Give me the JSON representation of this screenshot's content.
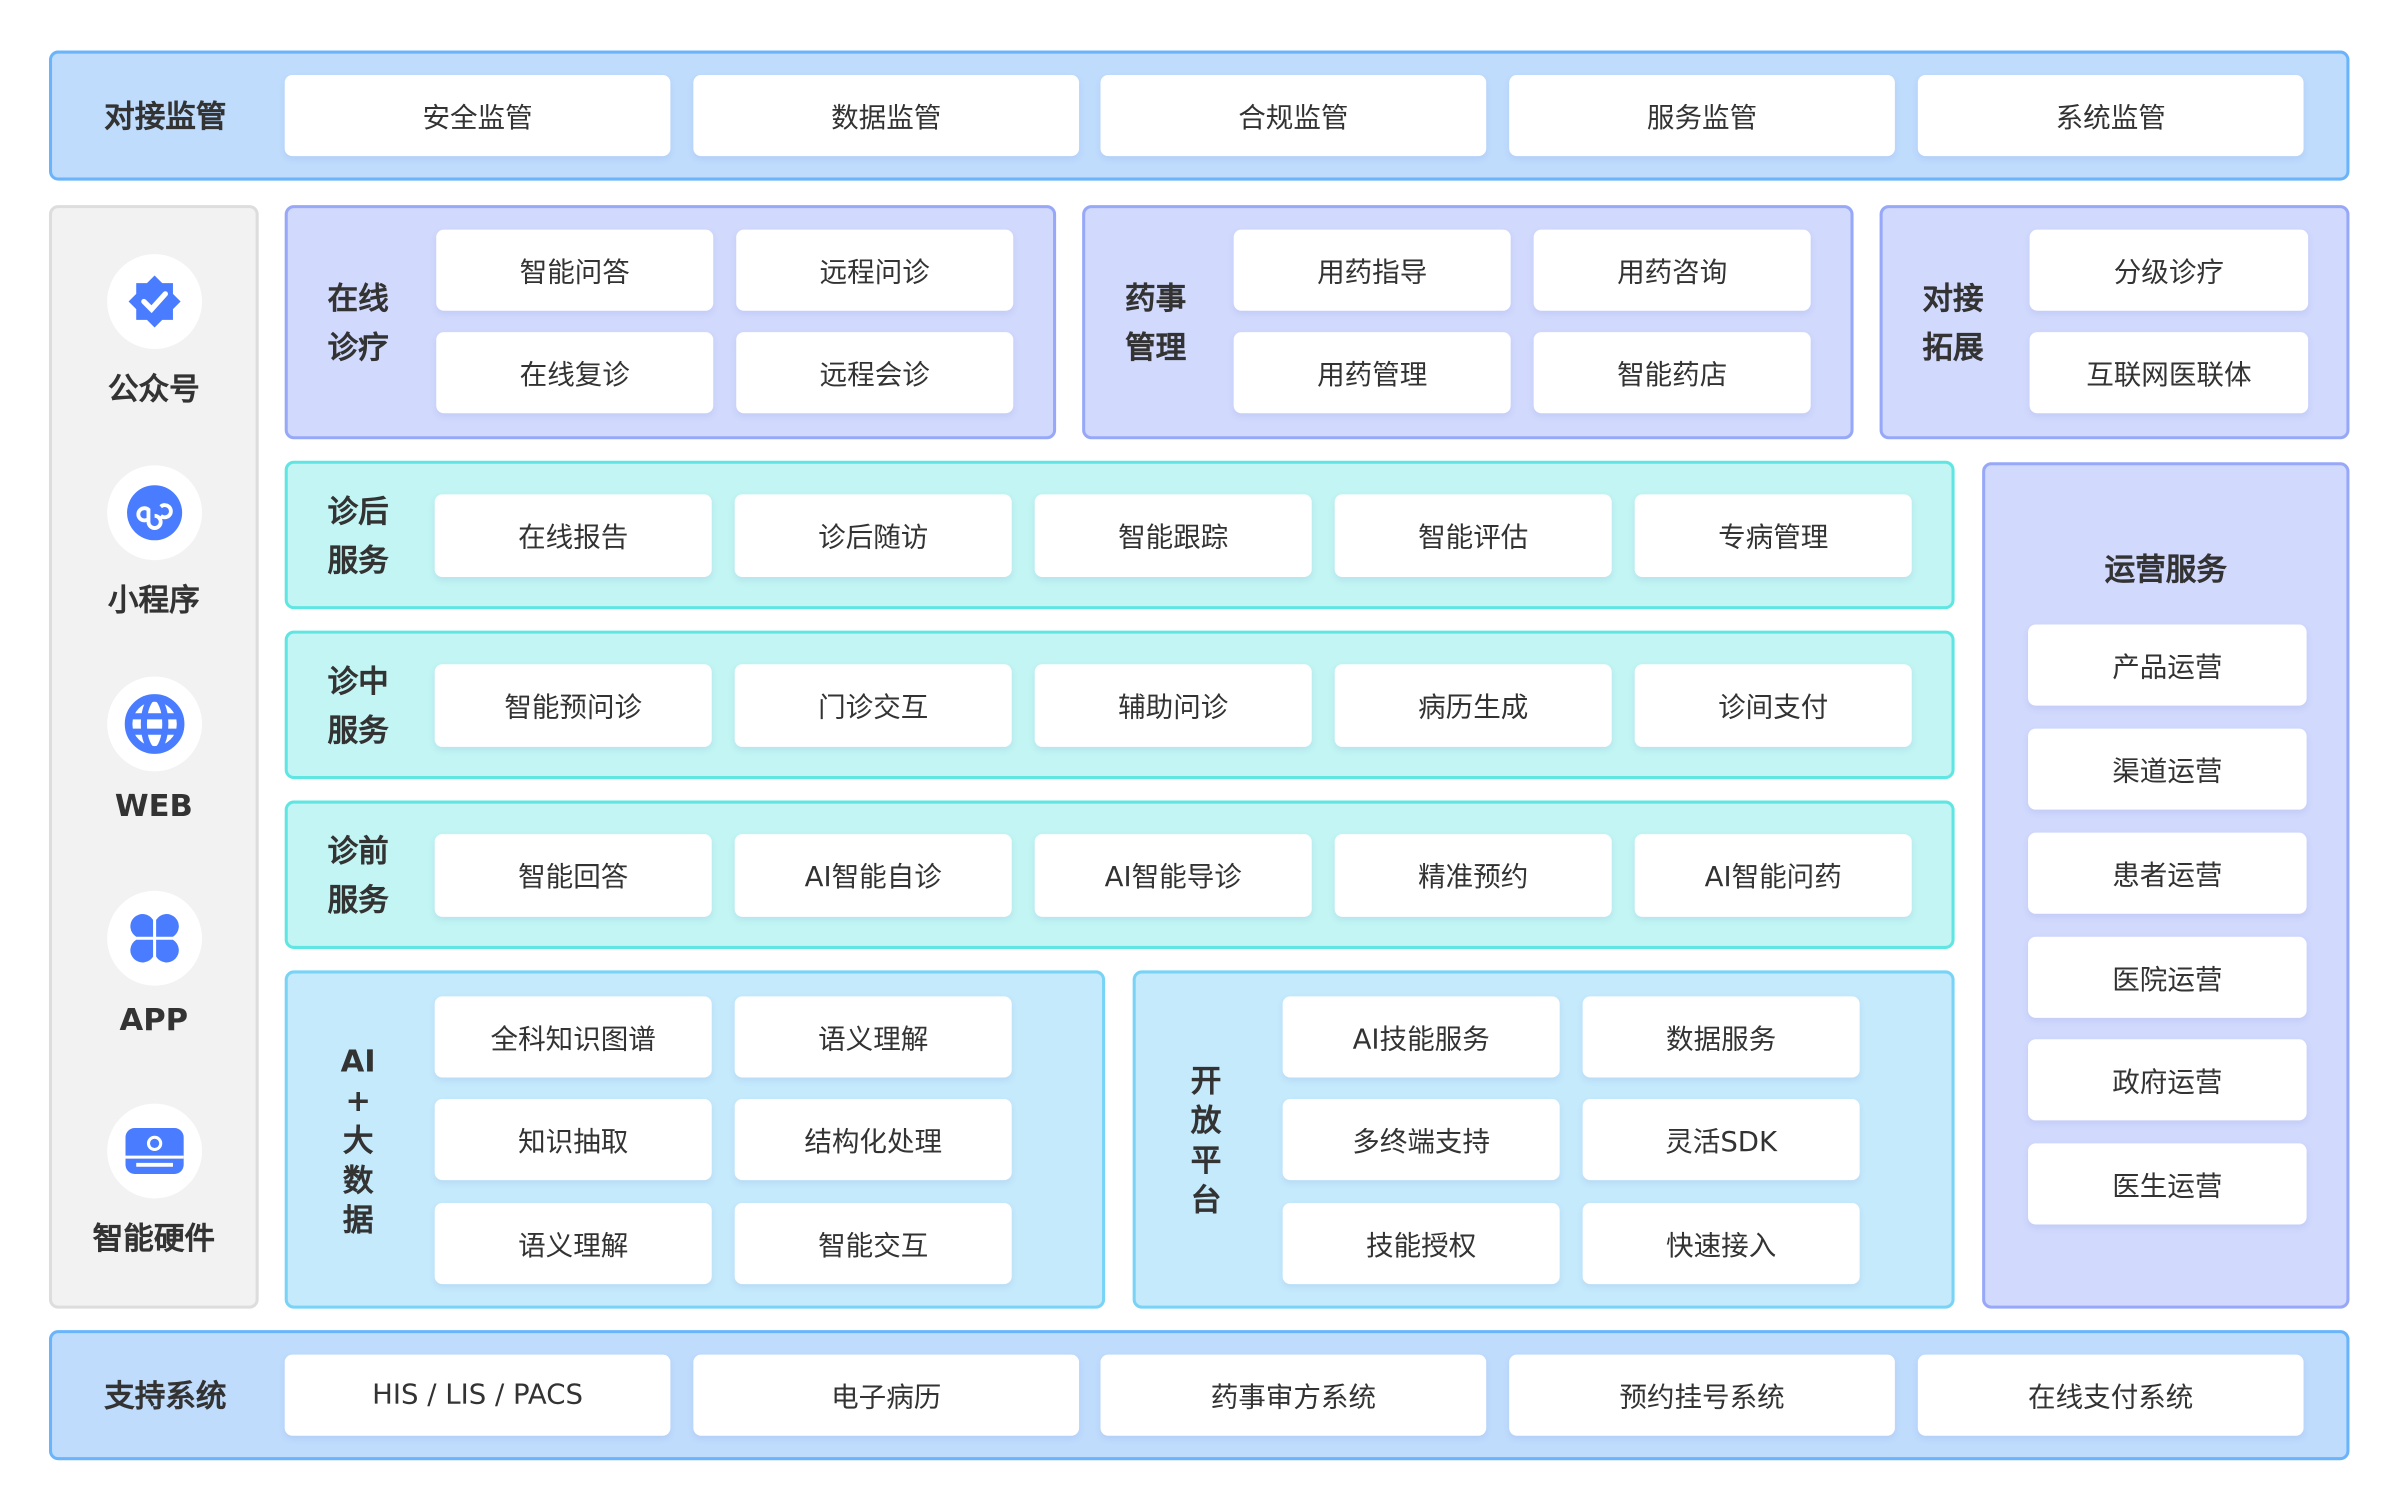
{
  "supervision": {
    "title": "对接监管",
    "items": [
      "安全监管",
      "数据监管",
      "合规监管",
      "服务监管",
      "系统监管"
    ]
  },
  "channels": [
    "公众号",
    "小程序",
    "WEB",
    "APP",
    "智能硬件"
  ],
  "online_diagnosis": {
    "title_lines": [
      "在线",
      "诊疗"
    ],
    "items": [
      "智能问答",
      "远程问诊",
      "在线复诊",
      "远程会诊"
    ]
  },
  "pharmacy": {
    "title_lines": [
      "药事",
      "管理"
    ],
    "items": [
      "用药指导",
      "用药咨询",
      "用药管理",
      "智能药店"
    ]
  },
  "extension": {
    "title_lines": [
      "对接",
      "拓展"
    ],
    "items": [
      "分级诊疗",
      "互联网医联体"
    ]
  },
  "post_service": {
    "title_lines": [
      "诊后",
      "服务"
    ],
    "items": [
      "在线报告",
      "诊后随访",
      "智能跟踪",
      "智能评估",
      "专病管理"
    ]
  },
  "mid_service": {
    "title_lines": [
      "诊中",
      "服务"
    ],
    "items": [
      "智能预问诊",
      "门诊交互",
      "辅助问诊",
      "病历生成",
      "诊间支付"
    ]
  },
  "pre_service": {
    "title_lines": [
      "诊前",
      "服务"
    ],
    "items": [
      "智能回答",
      "AI智能自诊",
      "AI智能导诊",
      "精准预约",
      "AI智能问药"
    ]
  },
  "ai_bigdata": {
    "title_lines": [
      "AI",
      "+",
      "大",
      "数",
      "据"
    ],
    "items": [
      "全科知识图谱",
      "语义理解",
      "知识抽取",
      "结构化处理",
      "语义理解",
      "智能交互"
    ]
  },
  "open_platform": {
    "title_lines": [
      "开",
      "放",
      "平",
      "台"
    ],
    "items": [
      "AI技能服务",
      "数据服务",
      "多终端支持",
      "灵活SDK",
      "技能授权",
      "快速接入"
    ]
  },
  "operations": {
    "title": "运营服务",
    "items": [
      "产品运营",
      "渠道运营",
      "患者运营",
      "医院运营",
      "政府运营",
      "医生运营"
    ]
  },
  "support": {
    "title": "支持系统",
    "items": [
      "HIS / LIS / PACS",
      "电子病历",
      "药事审方系统",
      "预约挂号系统",
      "在线支付系统"
    ]
  },
  "colors": {
    "icon": "#4a7cff"
  }
}
